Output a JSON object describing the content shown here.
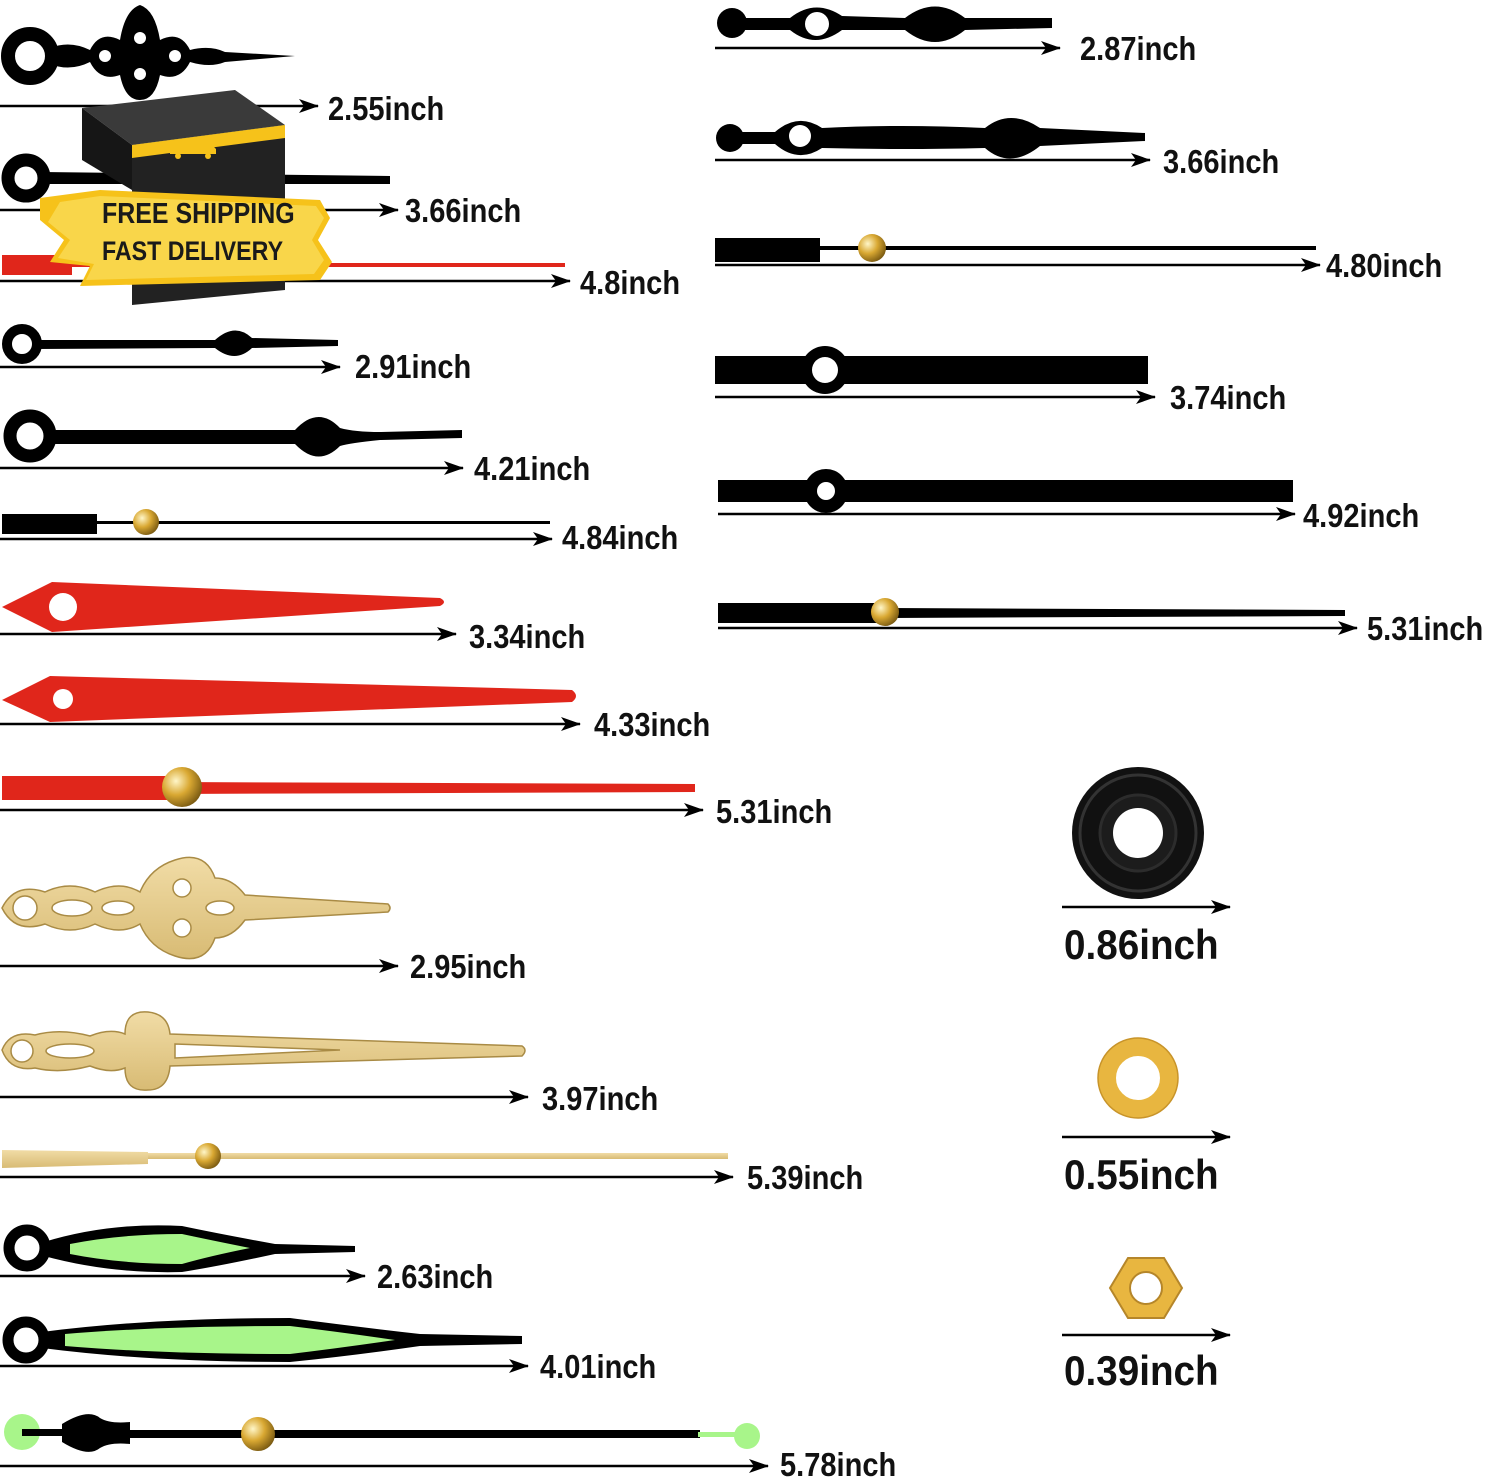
{
  "badge": {
    "line1": "FREE SHIPPING",
    "line2": "FAST DELIVERY",
    "icon": "delivery-truck-icon",
    "colors": {
      "yellow": "#f6c21a",
      "box": "#1d1d1d"
    }
  },
  "hands_left": [
    {
      "style": "ornate-black",
      "color": "#000000",
      "length": "2.55inch"
    },
    {
      "style": "straight-black",
      "color": "#000000",
      "length": "3.66inch"
    },
    {
      "style": "second-red",
      "color": "#e0261b",
      "length": "4.8inch"
    },
    {
      "style": "spade-black",
      "color": "#000000",
      "length": "2.91inch"
    },
    {
      "style": "spade-black",
      "color": "#000000",
      "length": "4.21inch"
    },
    {
      "style": "second-black",
      "color": "#000000",
      "length": "4.84inch"
    },
    {
      "style": "dagger-red",
      "color": "#e0261b",
      "length": "3.34inch"
    },
    {
      "style": "dagger-red",
      "color": "#e0261b",
      "length": "4.33inch"
    },
    {
      "style": "second-red",
      "color": "#e0261b",
      "length": "5.31inch"
    },
    {
      "style": "ornate-gold",
      "color": "#e3c98a",
      "length": "2.95inch"
    },
    {
      "style": "ornate-gold",
      "color": "#e3c98a",
      "length": "3.97inch"
    },
    {
      "style": "second-gold",
      "color": "#e3c98a",
      "length": "5.39inch"
    },
    {
      "style": "luminous",
      "color": "#a8f58a",
      "length": "2.63inch"
    },
    {
      "style": "luminous",
      "color": "#a8f58a",
      "length": "4.01inch"
    },
    {
      "style": "luminous-second",
      "color": "#a8f58a",
      "length": "5.78inch"
    }
  ],
  "hands_right": [
    {
      "style": "spade-black",
      "color": "#000000",
      "length": "2.87inch"
    },
    {
      "style": "spade-black",
      "color": "#000000",
      "length": "3.66inch"
    },
    {
      "style": "second-black",
      "color": "#000000",
      "length": "4.80inch"
    },
    {
      "style": "bar-black",
      "color": "#000000",
      "length": "3.74inch"
    },
    {
      "style": "bar-black",
      "color": "#000000",
      "length": "4.92inch"
    },
    {
      "style": "second-black",
      "color": "#000000",
      "length": "5.31inch"
    }
  ],
  "parts": [
    {
      "name": "rubber washer",
      "color": "#111111",
      "length": "0.86inch"
    },
    {
      "name": "brass washer",
      "color": "#e8b640",
      "length": "0.55inch"
    },
    {
      "name": "hex nut",
      "color": "#e8b640",
      "length": "0.39inch"
    }
  ]
}
